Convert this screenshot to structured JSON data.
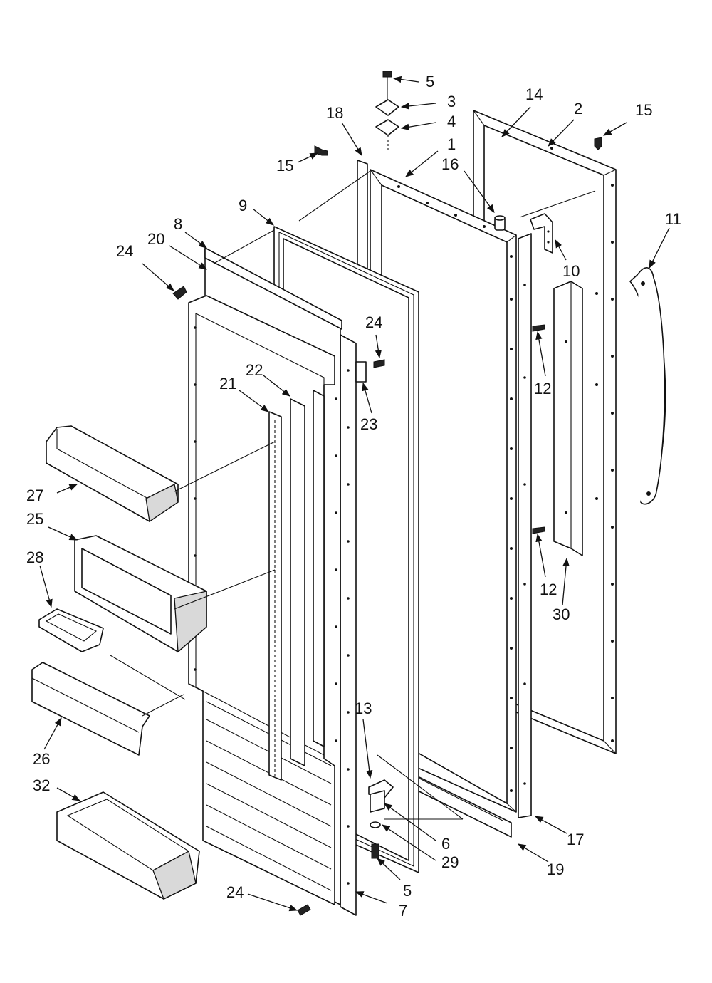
{
  "callouts": {
    "c1": "1",
    "c2": "2",
    "c3": "3",
    "c4": "4",
    "c5a": "5",
    "c5b": "5",
    "c6": "6",
    "c7": "7",
    "c8": "8",
    "c9": "9",
    "c10": "10",
    "c11": "11",
    "c12a": "12",
    "c12b": "12",
    "c13": "13",
    "c14": "14",
    "c15a": "15",
    "c15b": "15",
    "c16": "16",
    "c17": "17",
    "c18": "18",
    "c19": "19",
    "c20": "20",
    "c21": "21",
    "c22": "22",
    "c23": "23",
    "c24a": "24",
    "c24b": "24",
    "c24c": "24",
    "c25": "25",
    "c26": "26",
    "c27": "27",
    "c28": "28",
    "c29": "29",
    "c30": "30",
    "c32": "32"
  }
}
